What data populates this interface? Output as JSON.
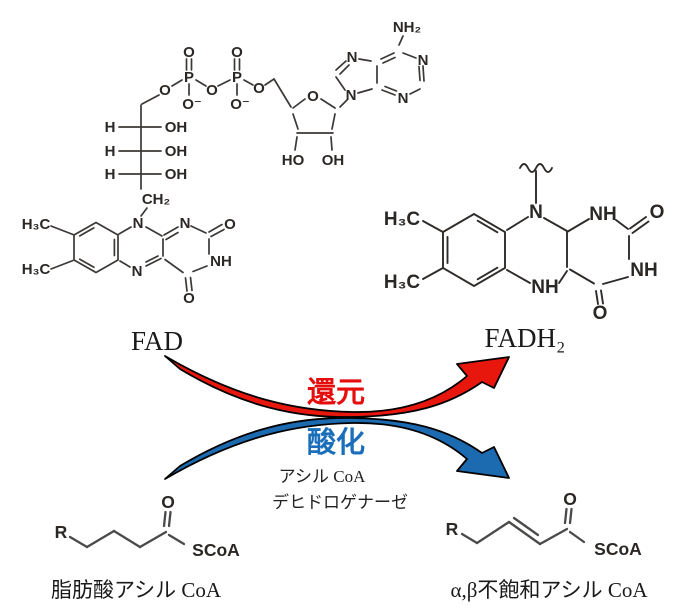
{
  "atoms": {
    "O": "O",
    "O_minus": "O⁻",
    "P": "P",
    "N": "N",
    "NH": "NH",
    "NH2": "NH₂",
    "H": "H",
    "OH": "OH",
    "HO": "HO",
    "CH2": "CH₂",
    "H3C": "H₃C",
    "R": "R",
    "SCoA": "SCoA"
  },
  "captions": {
    "fad": "FAD",
    "fadh2": "FADH₂",
    "reduction": "還元",
    "oxidation": "酸化",
    "enzyme_line1": "アシル CoA",
    "enzyme_line2": "デヒドロゲナーゼ",
    "substrate": "脂肪酸アシル CoA",
    "product": "α,β不飽和アシル CoA"
  },
  "colors": {
    "reduction_arrow": "#e8170d",
    "oxidation_arrow": "#1c6ab0",
    "reduction_text": "#e60d0d",
    "oxidation_text": "#1b6fba",
    "bond": "#3b3836",
    "outline": "#000000",
    "background": "#ffffff"
  }
}
